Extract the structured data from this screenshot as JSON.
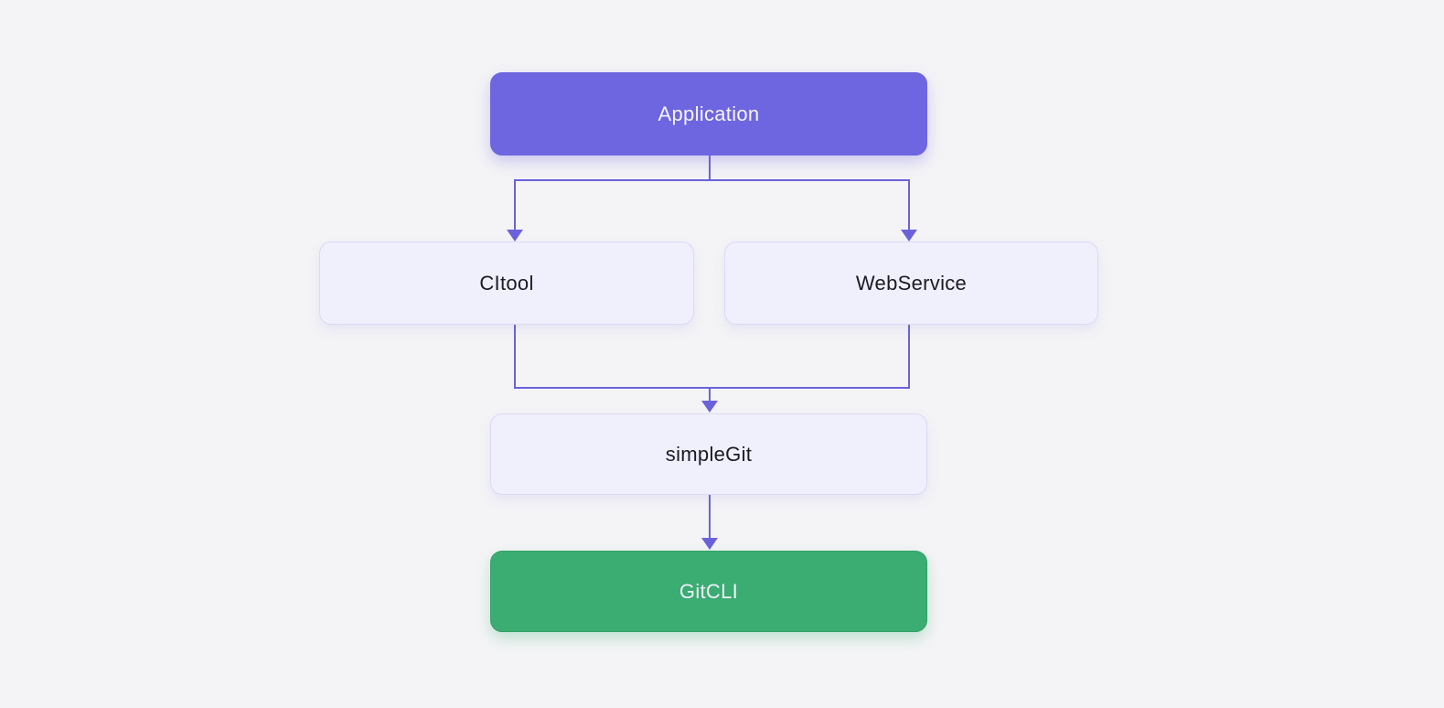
{
  "diagram": {
    "type": "flowchart",
    "direction": "top-down",
    "nodes": [
      {
        "id": "application",
        "label": "Application",
        "variant": "primary"
      },
      {
        "id": "citool",
        "label": "CItool",
        "variant": "default"
      },
      {
        "id": "webservice",
        "label": "WebService",
        "variant": "default"
      },
      {
        "id": "simplegit",
        "label": "simpleGit",
        "variant": "default"
      },
      {
        "id": "gitcli",
        "label": "GitCLI",
        "variant": "success"
      }
    ],
    "edges": [
      {
        "from": "Application",
        "to": "CItool",
        "arrow": "true"
      },
      {
        "from": "Application",
        "to": "WebService",
        "arrow": "true"
      },
      {
        "from": "CItool",
        "to": "simpleGit",
        "arrow": "true"
      },
      {
        "from": "WebService",
        "to": "simpleGit",
        "arrow": "true"
      },
      {
        "from": "simpleGit",
        "to": "GitCLI",
        "arrow": "true"
      }
    ]
  },
  "colors": {
    "background": "#f4f4f6",
    "primary_node_fill": "#6e65e1",
    "primary_node_text": "#f6f5fd",
    "default_node_fill": "#f0effc",
    "default_node_border": "#dcd9f6",
    "default_node_text": "#1b1b24",
    "success_node_fill": "#3bac72",
    "success_node_border": "#34a168",
    "success_node_text": "#eef1f8",
    "edge": "#6b62db"
  }
}
